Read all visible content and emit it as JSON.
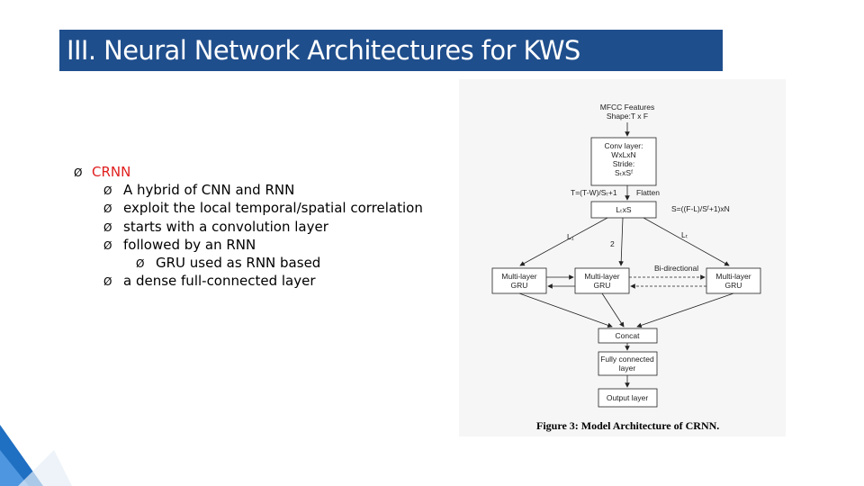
{
  "slide": {
    "title": "III. Neural Network Architectures for KWS",
    "colors": {
      "title_bg": "#1f4e8c",
      "title_text": "#ffffff",
      "accent": "#e01e1e",
      "deco_blue": "#1f6fc2"
    }
  },
  "bullets": [
    {
      "level": 0,
      "text": "CRNN"
    },
    {
      "level": 1,
      "text": "A hybrid of CNN and RNN"
    },
    {
      "level": 1,
      "text": "exploit the local temporal/spatial correlation"
    },
    {
      "level": 1,
      "text": "starts with a convolution layer"
    },
    {
      "level": 1,
      "text": "followed by an RNN"
    },
    {
      "level": 2,
      "text": "GRU used as RNN based"
    },
    {
      "level": 1,
      "text": "a dense full-connected layer"
    }
  ],
  "bullet_marker": "Ø",
  "diagram": {
    "input": [
      "MFCC Features",
      "Shape:T x F"
    ],
    "conv": [
      "Conv layer:",
      "WxLxN",
      "Stride:",
      "SₜxSᶠ"
    ],
    "t_formula": "T=(T-W)/Sₜ+1",
    "flatten": "Flatten",
    "flat_box": "LₜxS",
    "s_formula": "S=((F-L)/Sᶠ+1)xN",
    "edge_l1": "L₁",
    "edge_2": "2",
    "edge_lt": "Lₜ",
    "bidirectional": "Bi-directional",
    "gru_left": [
      "Multi-layer",
      "GRU"
    ],
    "gru_mid": [
      "Multi-layer",
      "GRU"
    ],
    "gru_right": [
      "Multi-layer",
      "GRU"
    ],
    "concat": "Concat",
    "fc": [
      "Fully connected",
      "layer"
    ],
    "output": "Output layer",
    "caption": "Figure 3: Model Architecture of CRNN."
  }
}
